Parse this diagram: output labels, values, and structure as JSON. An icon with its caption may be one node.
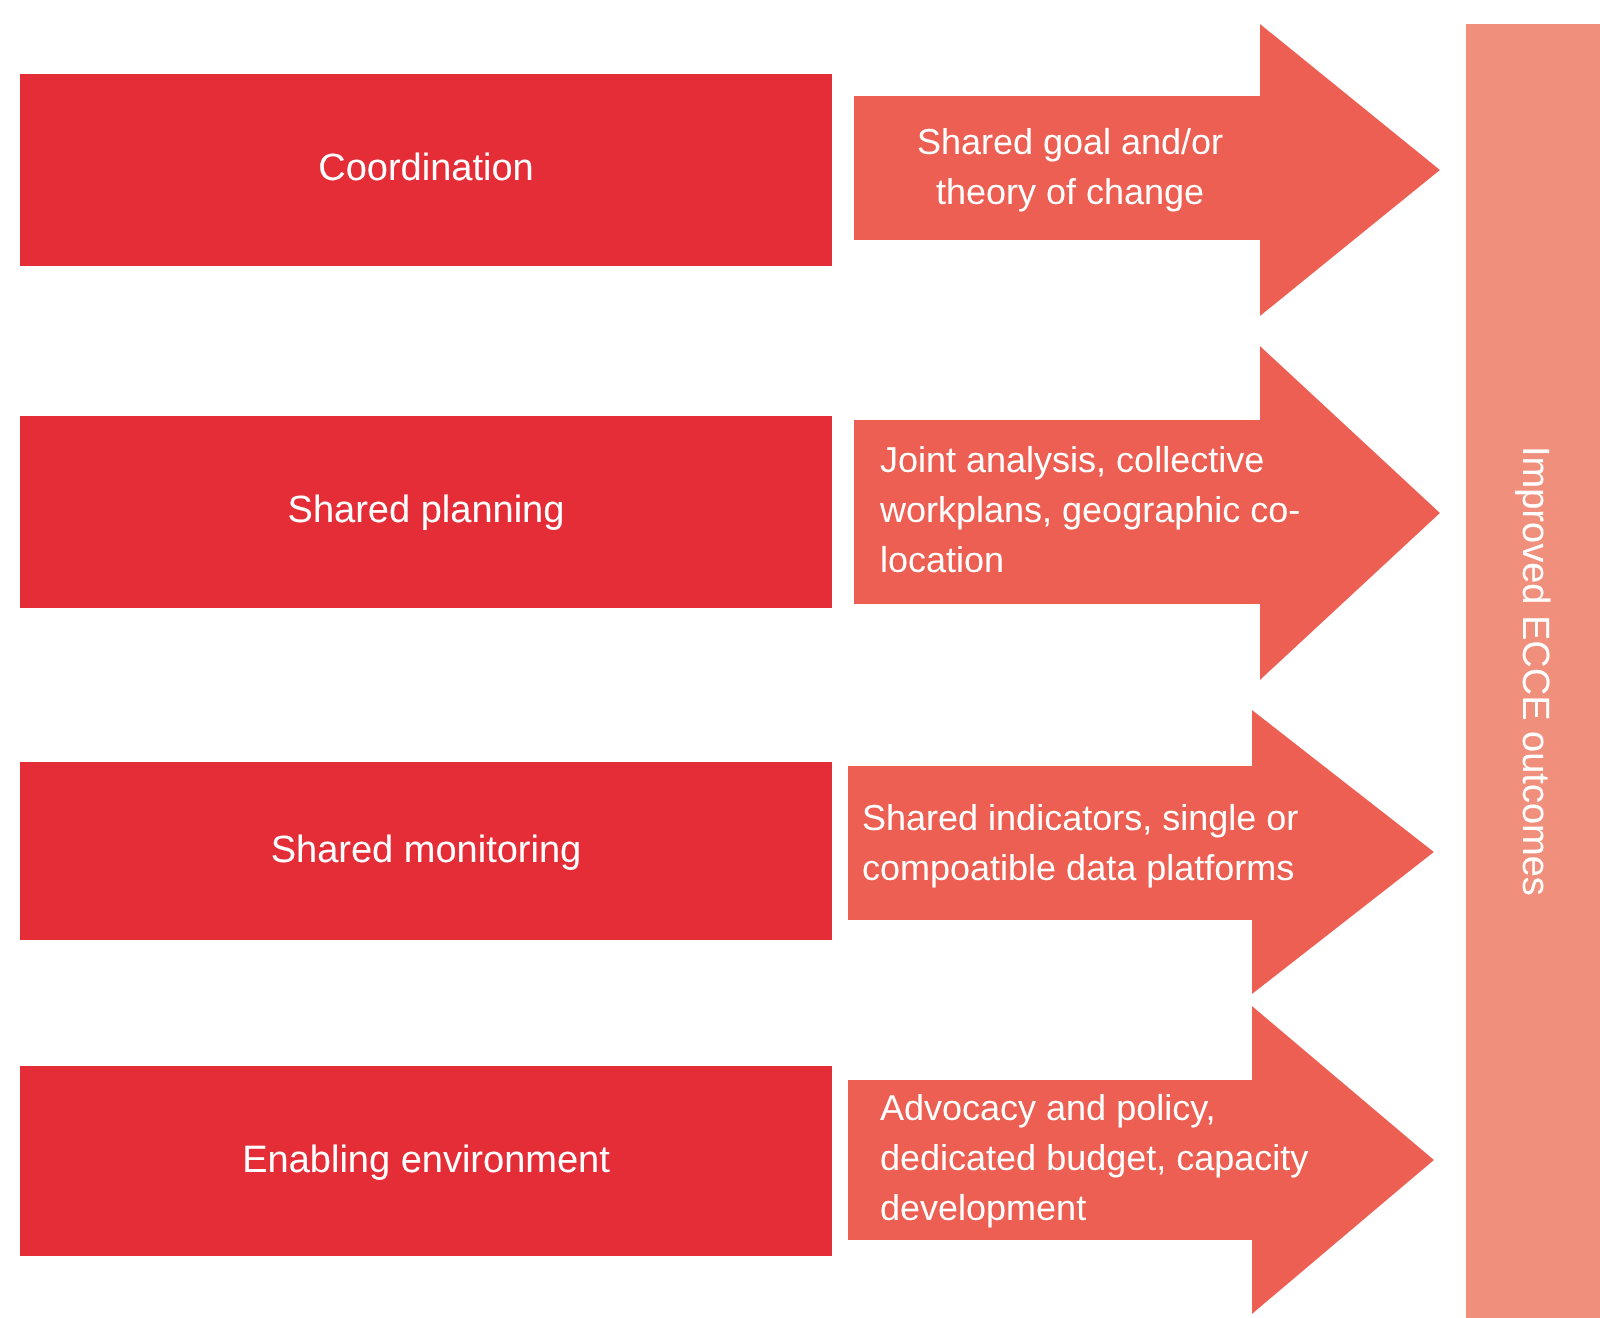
{
  "diagram": {
    "nodes": [
      {
        "text": [
          "Coordination"
        ]
      },
      {
        "text": [
          "Shared goal and/or theory of change"
        ]
      },
      {
        "text": [
          "Shared planning"
        ]
      },
      {
        "text": [
          "Joint analysis, collective workplans, geographic co-location"
        ]
      },
      {
        "text": [
          "Shared monitoring"
        ]
      },
      {
        "text": [
          "Shared indicators, single or compoatible data platforms"
        ]
      },
      {
        "text": [
          "Enabling environment"
        ]
      },
      {
        "text": [
          "Advocacy and policy, dedicated budget, capacity development"
        ]
      },
      {
        "text": [
          "Improved ECCE outcomes"
        ]
      }
    ]
  }
}
